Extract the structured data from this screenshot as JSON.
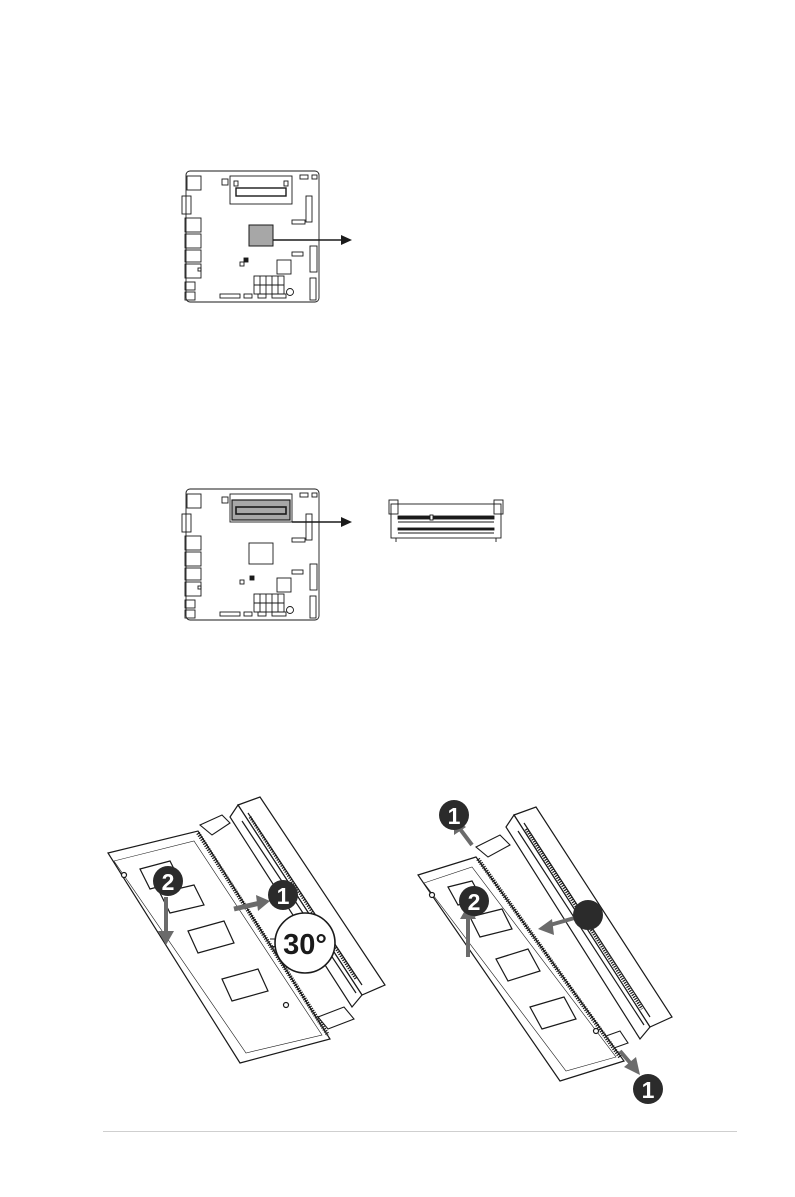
{
  "labels": {
    "step_one": "1",
    "step_two": "2",
    "angle": "30°"
  },
  "colors": {
    "ink": "#1a1a1a",
    "chip_fill": "#a7a7a7",
    "arrow_gray": "#6b6b6b",
    "badge_dark": "#2b2b2b",
    "module_fill": "#ffffff"
  }
}
